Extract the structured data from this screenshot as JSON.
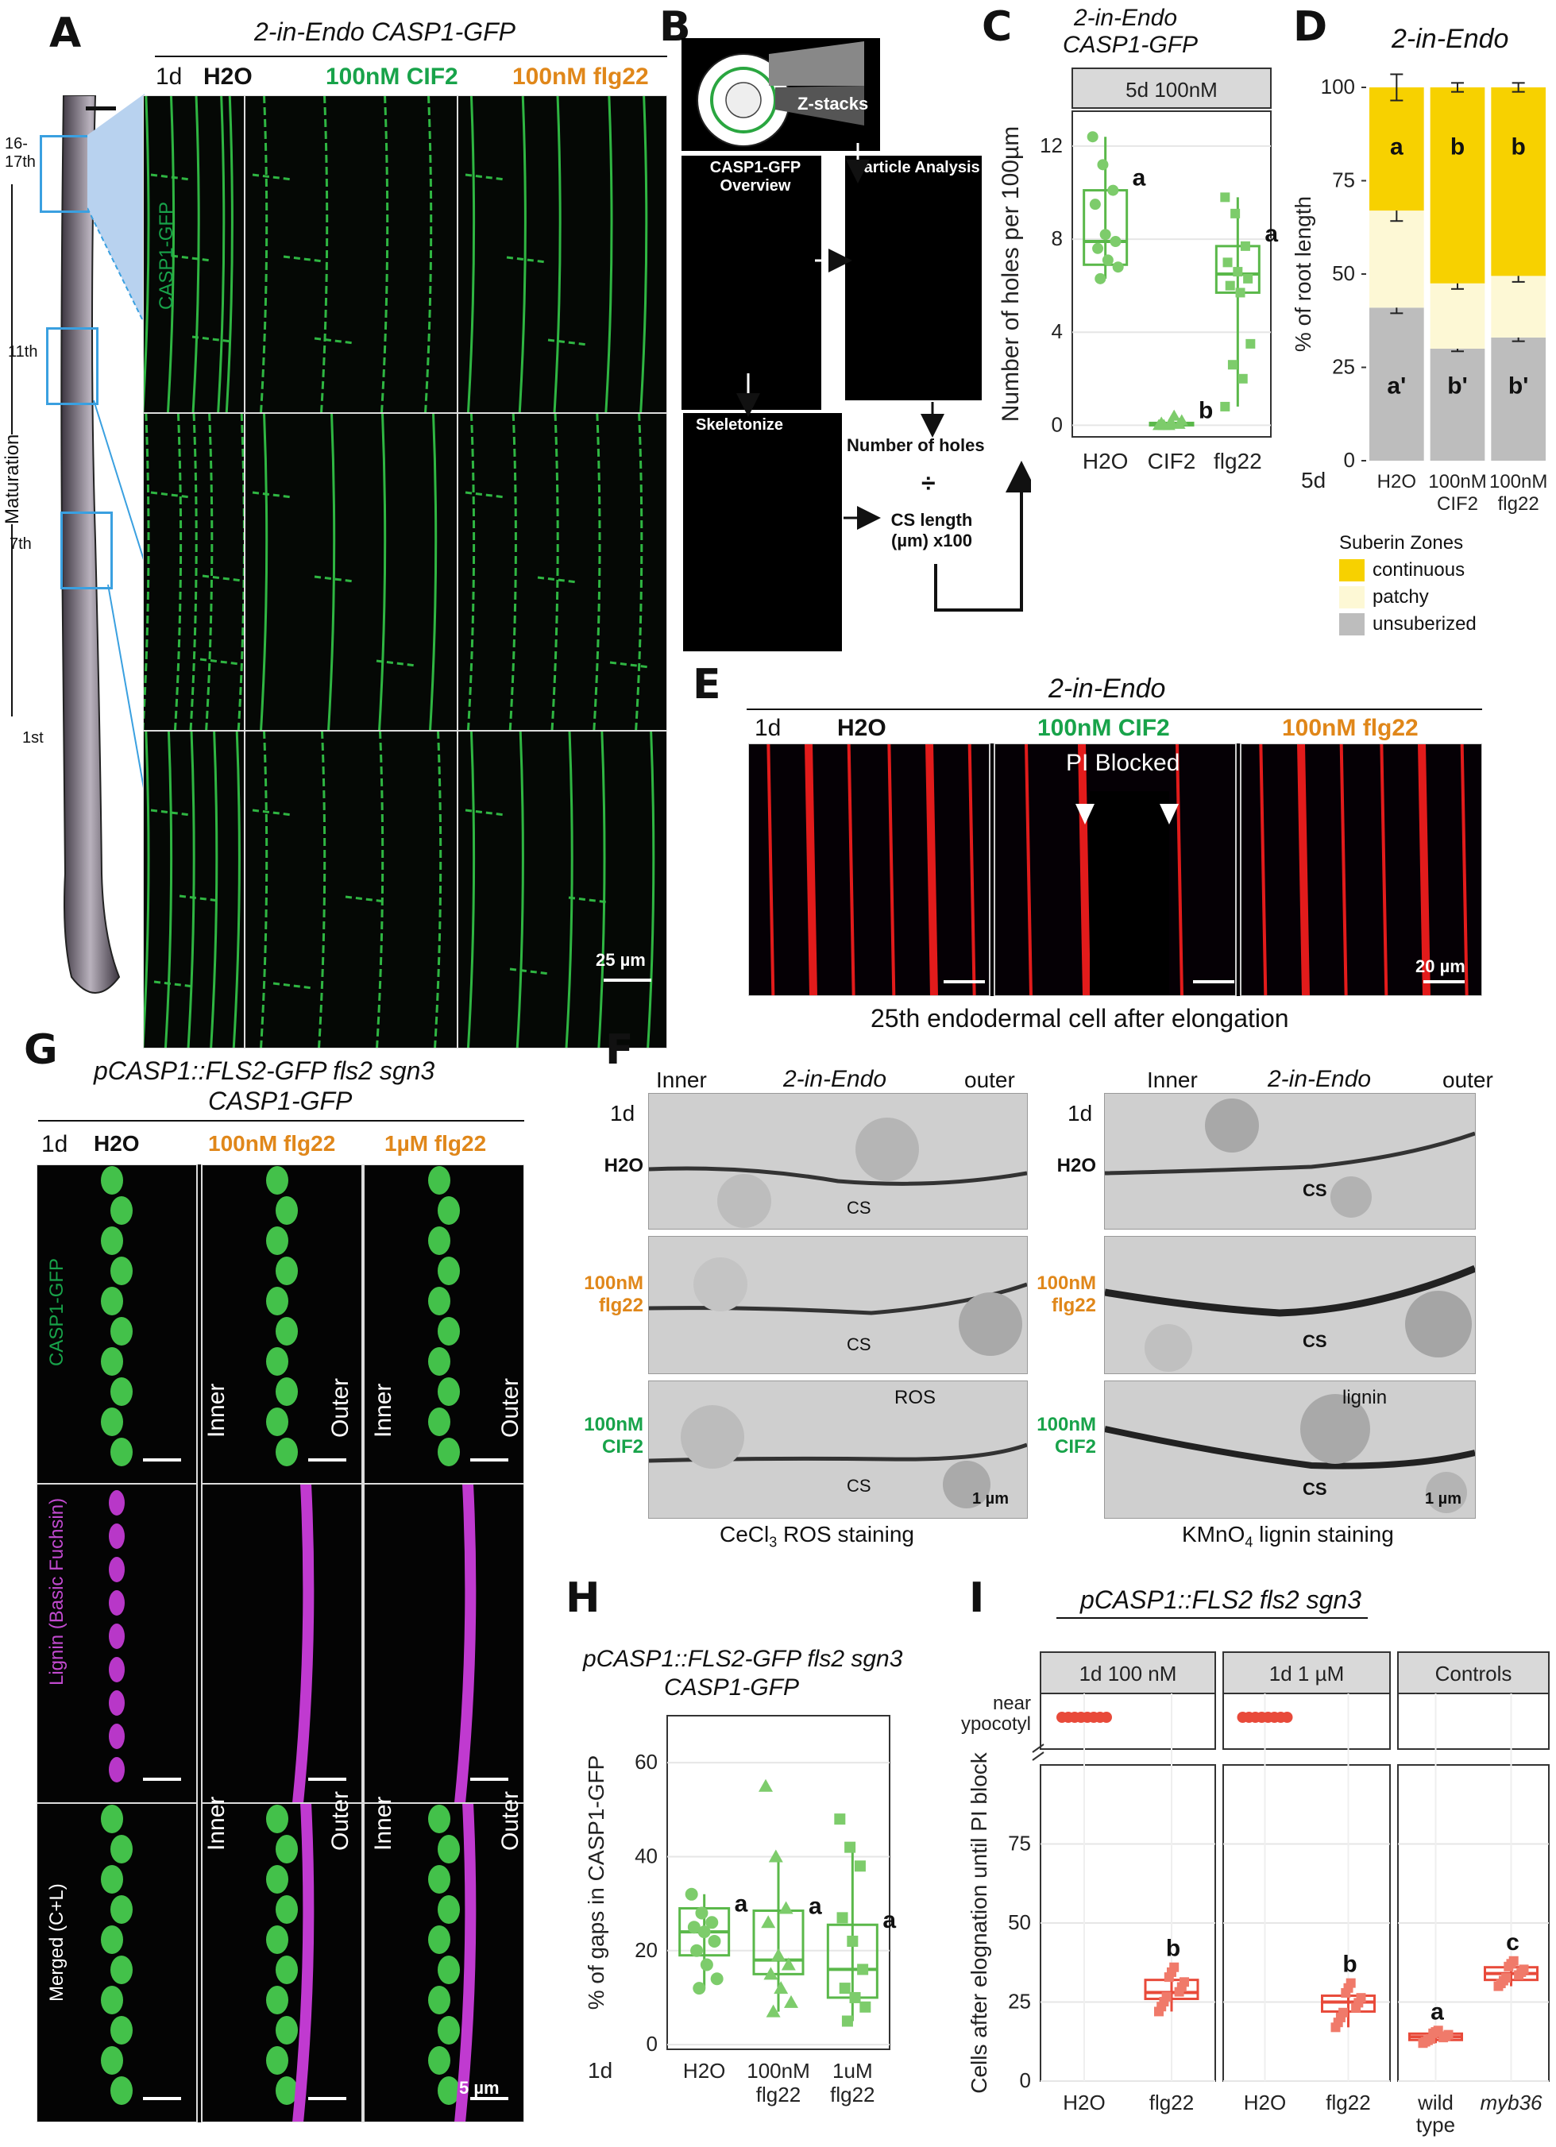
{
  "panels": {
    "A": {
      "label": "A",
      "title": "2-in-Endo CASP1-GFP",
      "day": "1d",
      "conditions": [
        "H2O",
        "100nM CIF2",
        "100nM flg22"
      ],
      "channel": "CASP1-GFP",
      "scale": "25 µm",
      "root_marks": [
        "16-17th",
        "11th",
        "7th",
        "1st"
      ],
      "root_axis": "Maturation"
    },
    "B": {
      "label": "B",
      "steps": [
        "Z-stacks",
        "CASP1-GFP Overview",
        "Particle Analysis",
        "Skeletonize",
        "Number of holes",
        "÷",
        "CS length (µm) x100"
      ]
    },
    "C": {
      "label": "C",
      "title1": "2-in-Endo",
      "title2": "CASP1-GFP",
      "facet": "5d 100nM"
    },
    "D": {
      "label": "D",
      "title": "2-in-Endo",
      "day": "5d",
      "legend_title": "Suberin Zones",
      "legend": [
        "continuous",
        "patchy",
        "unsuberized"
      ]
    },
    "E": {
      "label": "E",
      "title": "2-in-Endo",
      "day": "1d",
      "conditions": [
        "H2O",
        "100nM CIF2",
        "100nM flg22"
      ],
      "note": "PI Blocked",
      "scale": "20 µm",
      "caption": "25th endodermal cell after elongation"
    },
    "F": {
      "label": "F",
      "inner": "Inner",
      "outer": "outer",
      "title": "2-in-Endo",
      "day": "1d",
      "rows": [
        "H2O",
        "100nM flg22",
        "100nM CIF2"
      ],
      "cs": "CS",
      "ros": "ROS",
      "lignin": "lignin",
      "scale": "1 µm",
      "caption_left_pre": "CeCl",
      "caption_left_sub": "3",
      "caption_left_post": " ROS staining",
      "caption_right_pre": "KMnO",
      "caption_right_sub": "4",
      "caption_right_post": " lignin staining"
    },
    "G": {
      "label": "G",
      "title1": "pCASP1::FLS2-GFP fls2 sgn3",
      "title2": "CASP1-GFP",
      "day": "1d",
      "conditions": [
        "H2O",
        "100nM flg22",
        "1µM flg22"
      ],
      "rows": [
        "CASP1-GFP",
        "Lignin (Basic Fuchsin)",
        "Merged (C+L)"
      ],
      "inner": "Inner",
      "outer": "Outer",
      "scale": "5 µm"
    },
    "H": {
      "label": "H",
      "title1": "pCASP1::FLS2-GFP fls2 sgn3",
      "title2": "CASP1-GFP",
      "day": "1d"
    },
    "I": {
      "label": "I",
      "title": "pCASP1::FLS2 fls2 sgn3",
      "facets": [
        "1d 100 nM",
        "1d 1 µM",
        "Controls"
      ],
      "near": "near hypocotyl"
    }
  },
  "chart_data": [
    {
      "id": "C",
      "type": "box",
      "facet": "5d 100nM",
      "categories": [
        "H2O",
        "CIF2",
        "flg22"
      ],
      "ylabel": "Number of holes per 100µm",
      "ylim": [
        -0.5,
        13.5
      ],
      "yticks": [
        0,
        4,
        8,
        12
      ],
      "boxes": [
        {
          "min": 6.3,
          "q1": 6.9,
          "median": 7.9,
          "q3": 10.1,
          "max": 12.4
        },
        {
          "min": 0.0,
          "q1": 0.0,
          "median": 0.05,
          "q3": 0.1,
          "max": 0.4
        },
        {
          "min": 0.8,
          "q1": 5.7,
          "median": 6.5,
          "q3": 7.7,
          "max": 9.8
        }
      ],
      "points": [
        [
          12.4,
          11.2,
          10.1,
          9.5,
          8.2,
          7.9,
          7.6,
          7.1,
          6.8,
          6.3
        ],
        [
          0.0,
          0.0,
          0.05,
          0.1,
          0.1,
          0.2,
          0.0,
          0.4
        ],
        [
          9.8,
          9.1,
          7.7,
          7.0,
          6.6,
          6.3,
          6.0,
          5.7,
          3.5,
          2.6,
          2.0,
          0.8
        ]
      ],
      "letters": [
        "a",
        "b",
        "a"
      ],
      "color": "#5ab84a"
    },
    {
      "id": "D",
      "type": "bar",
      "stacked": true,
      "categories": [
        "H2O",
        "100nM CIF2",
        "100nM flg22"
      ],
      "ylabel": "% of root length",
      "ylim": [
        0,
        100
      ],
      "yticks": [
        0,
        25,
        50,
        75,
        100
      ],
      "series": [
        {
          "name": "unsuberized",
          "values": [
            41,
            30,
            33
          ],
          "color": "#bdbdbd",
          "err": [
            1.5,
            0.7,
            1.0
          ]
        },
        {
          "name": "patchy",
          "values": [
            26,
            17.5,
            16.5
          ],
          "color": "#fdf8d5",
          "err": [
            2.8,
            1.5,
            1.6
          ]
        },
        {
          "name": "continuous",
          "values": [
            33,
            52.5,
            50.5
          ],
          "color": "#f7d100",
          "err": [
            3.5,
            1.2,
            1.2
          ]
        }
      ],
      "letters_top": [
        "a",
        "b",
        "b"
      ],
      "letters_bottom": [
        "a'",
        "b'",
        "b'"
      ]
    },
    {
      "id": "H",
      "type": "box",
      "categories": [
        "H2O",
        "100nM flg22",
        "1uM flg22"
      ],
      "ylabel": "% of gaps in CASP1-GFP",
      "ylim": [
        -1,
        70
      ],
      "yticks": [
        0,
        20,
        40,
        60
      ],
      "boxes": [
        {
          "min": 12,
          "q1": 19,
          "median": 24,
          "q3": 29,
          "max": 32
        },
        {
          "min": 7,
          "q1": 15,
          "median": 18,
          "q3": 28.5,
          "max": 40
        },
        {
          "min": 5,
          "q1": 10,
          "median": 16,
          "q3": 25.5,
          "max": 42
        }
      ],
      "points": [
        [
          32,
          28,
          26,
          25,
          24,
          22,
          20,
          17,
          14,
          12
        ],
        [
          55,
          40,
          29,
          26,
          19,
          17,
          15,
          12,
          9,
          7
        ],
        [
          48,
          42,
          38,
          27,
          22,
          16,
          12,
          10,
          8,
          5
        ]
      ],
      "letters": [
        "a",
        "a",
        "a"
      ],
      "color": "#5ab84a"
    },
    {
      "id": "I",
      "type": "box",
      "facets": [
        {
          "name": "1d 100 nM",
          "categories": [
            "H2O",
            "flg22"
          ]
        },
        {
          "name": "1d 1 µM",
          "categories": [
            "H2O",
            "flg22"
          ]
        },
        {
          "name": "Controls",
          "categories": [
            "wild type",
            "myb36"
          ]
        }
      ],
      "ylabel": "Cells after elognation until PI block",
      "ylim": [
        0,
        100
      ],
      "yticks": [
        0,
        25,
        50,
        75
      ],
      "top_label": "near hypocotyl",
      "boxes": [
        {
          "facet": 0,
          "cat": 0,
          "near_hypocotyl": true
        },
        {
          "facet": 0,
          "cat": 1,
          "min": 22,
          "q1": 26,
          "median": 28,
          "q3": 32,
          "max": 36
        },
        {
          "facet": 1,
          "cat": 0,
          "near_hypocotyl": true
        },
        {
          "facet": 1,
          "cat": 1,
          "min": 17,
          "q1": 22,
          "median": 25,
          "q3": 27,
          "max": 31
        },
        {
          "facet": 2,
          "cat": 0,
          "min": 12,
          "q1": 13,
          "median": 14,
          "q3": 15,
          "max": 16
        },
        {
          "facet": 2,
          "cat": 1,
          "min": 30,
          "q1": 32,
          "median": 34,
          "q3": 36,
          "max": 38
        }
      ],
      "letters": [
        "b",
        "b",
        "a",
        "c"
      ],
      "color": "#e84a3a"
    }
  ]
}
